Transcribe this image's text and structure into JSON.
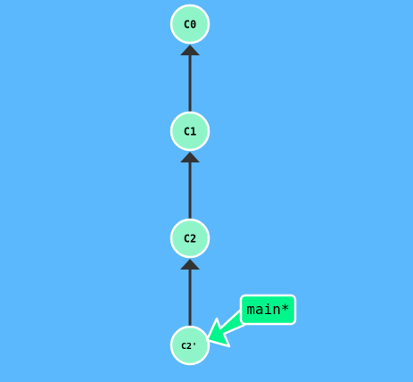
{
  "colors": {
    "background": "#5cb8fd",
    "commit_fill": "#8ff5c8",
    "commit_stroke": "#ffffff",
    "edge": "#333333",
    "branch_fill": "#00f58b",
    "branch_stroke": "#ffffff"
  },
  "commits": [
    {
      "id": "C0",
      "label": "C0"
    },
    {
      "id": "C1",
      "label": "C1"
    },
    {
      "id": "C2",
      "label": "C2"
    },
    {
      "id": "C2p",
      "label": "C2'"
    }
  ],
  "edges": [
    {
      "from": "C1",
      "to": "C0"
    },
    {
      "from": "C2",
      "to": "C1"
    },
    {
      "from": "C2p",
      "to": "C2"
    }
  ],
  "branch": {
    "label": "main*",
    "target": "C2p"
  }
}
